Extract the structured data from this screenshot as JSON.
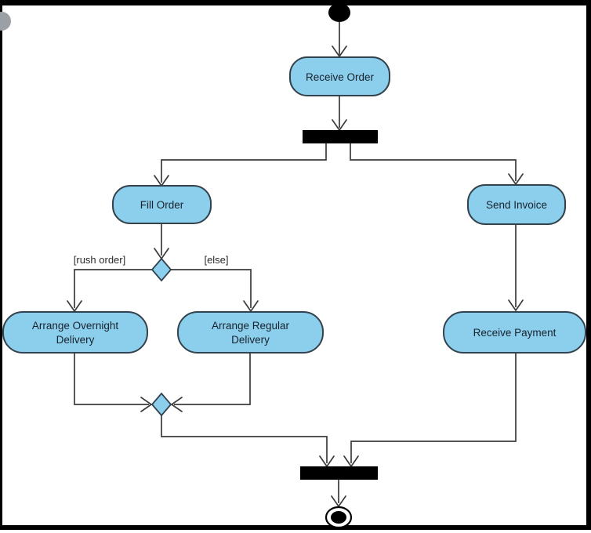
{
  "diagram": {
    "kind": "uml-activity-diagram",
    "activities": {
      "receive_order": "Receive Order",
      "fill_order": "Fill Order",
      "send_invoice": "Send Invoice",
      "arrange_overnight": {
        "line1": "Arrange Overnight",
        "line2": "Delivery"
      },
      "arrange_regular": {
        "line1": "Arrange Regular",
        "line2": "Delivery"
      },
      "receive_payment": "Receive Payment"
    },
    "guards": {
      "rush": "[rush order]",
      "else": "[else]"
    },
    "flows": [
      {
        "from": "initial-node",
        "to": "Receive Order"
      },
      {
        "from": "Receive Order",
        "to": "fork-bar"
      },
      {
        "from": "fork-bar",
        "to": "Fill Order"
      },
      {
        "from": "fork-bar",
        "to": "Send Invoice"
      },
      {
        "from": "Fill Order",
        "to": "decision-node"
      },
      {
        "from": "decision-node",
        "to": "Arrange Overnight Delivery",
        "guard": "[rush order]"
      },
      {
        "from": "decision-node",
        "to": "Arrange Regular Delivery",
        "guard": "[else]"
      },
      {
        "from": "Arrange Overnight Delivery",
        "to": "merge-node"
      },
      {
        "from": "Arrange Regular Delivery",
        "to": "merge-node"
      },
      {
        "from": "merge-node",
        "to": "join-bar"
      },
      {
        "from": "Send Invoice",
        "to": "Receive Payment"
      },
      {
        "from": "Receive Payment",
        "to": "join-bar"
      },
      {
        "from": "join-bar",
        "to": "final-node"
      }
    ],
    "colors": {
      "node_fill": "#8BCFEC",
      "node_border": "#33424D",
      "edge": "#3B3B3B",
      "bar": "#000000",
      "text": "#18222E",
      "frame": "#000000",
      "corner_dot": "#9AA0A6",
      "background": "#FFFFFF"
    }
  }
}
